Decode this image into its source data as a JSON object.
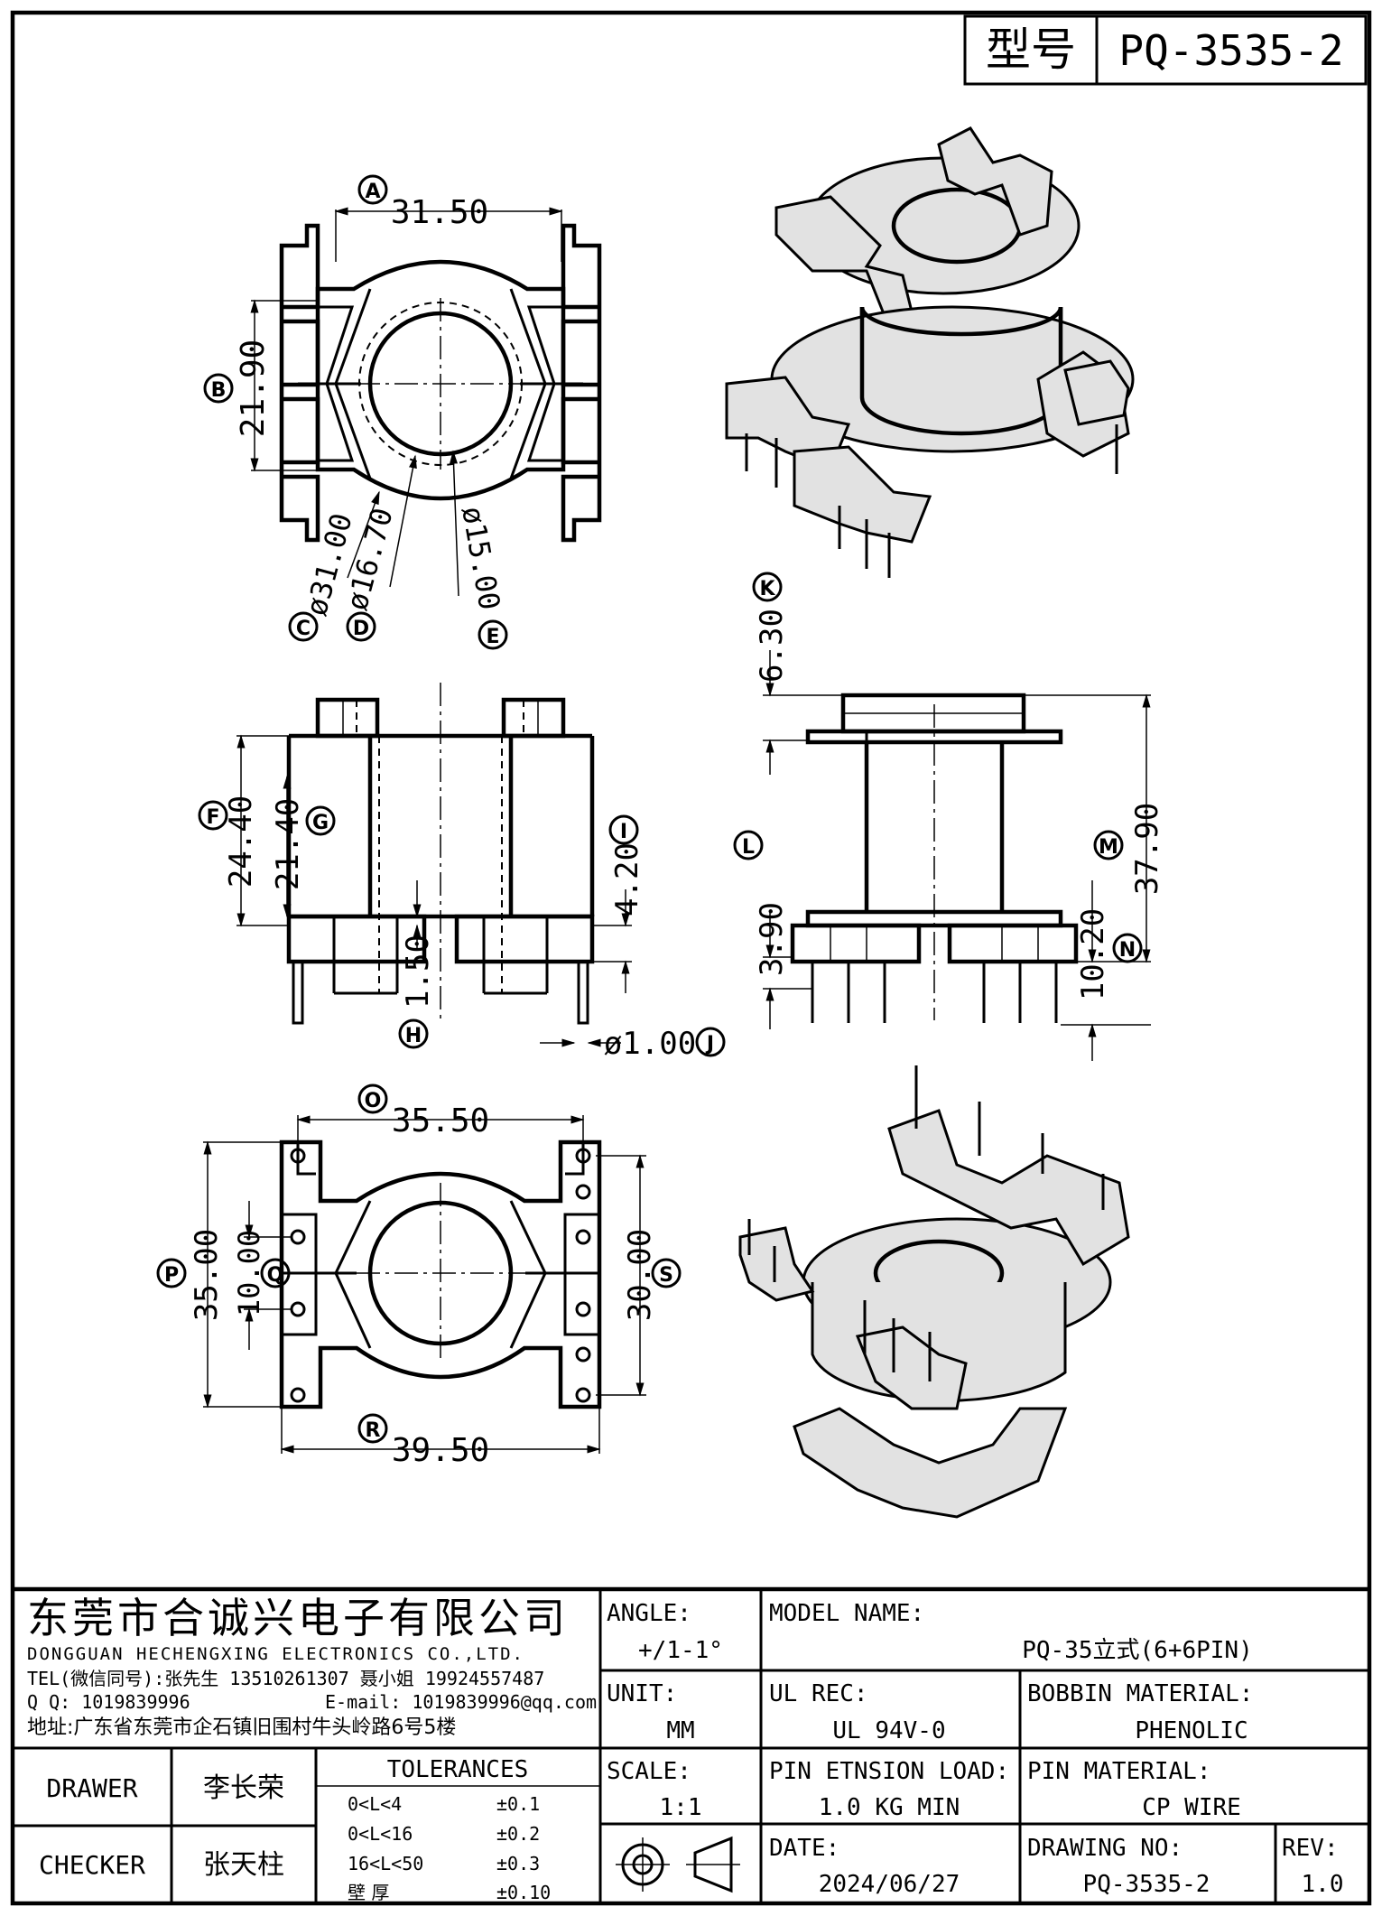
{
  "header": {
    "type_label": "型号",
    "model": "PQ-3535-2"
  },
  "dims": {
    "A": {
      "letter": "A",
      "value": "31.50"
    },
    "B": {
      "letter": "B",
      "value": "21.90"
    },
    "C": {
      "letter": "C",
      "value": "ø31.00"
    },
    "D": {
      "letter": "D",
      "value": "ø16.70"
    },
    "E": {
      "letter": "E",
      "value": "ø15.00"
    },
    "F": {
      "letter": "F",
      "value": "24.40"
    },
    "G": {
      "letter": "G",
      "value": "21.40"
    },
    "H": {
      "letter": "H",
      "value": "1.50"
    },
    "I": {
      "letter": "I",
      "value": "4.20"
    },
    "J": {
      "letter": "J",
      "value": "ø1.00"
    },
    "K": {
      "letter": "K",
      "value": "6.30"
    },
    "L": {
      "letter": "L",
      "value": "3.90"
    },
    "M": {
      "letter": "M",
      "value": "37.90"
    },
    "N": {
      "letter": "N",
      "value": "10.20"
    },
    "O": {
      "letter": "O",
      "value": "35.50"
    },
    "P": {
      "letter": "P",
      "value": "35.00"
    },
    "Q": {
      "letter": "Q",
      "value": "10.00"
    },
    "R": {
      "letter": "R",
      "value": "39.50"
    },
    "S": {
      "letter": "S",
      "value": "30.00"
    }
  },
  "company": {
    "name_cn": "东莞市合诚兴电子有限公司",
    "name_en": "DONGGUAN HECHENGXING ELECTRONICS CO.,LTD.",
    "tel": "TEL(微信同号):张先生 13510261307 聂小姐 19924557487",
    "qq": "Q Q: 1019839996",
    "email": "E-mail: 1019839996@qq.com",
    "address": "地址:广东省东莞市企石镇旧围村牛头岭路6号5楼"
  },
  "titleblock": {
    "angle_label": "ANGLE:",
    "angle_value": "+/1-1°",
    "model_name_label": "MODEL NAME:",
    "model_name_value": "PQ-35立式(6+6PIN)",
    "unit_label": "UNIT:",
    "unit_value": "MM",
    "ul_label": "UL REC:",
    "ul_value": "UL 94V-0",
    "bobbin_label": "BOBBIN MATERIAL:",
    "bobbin_value": "PHENOLIC",
    "scale_label": "SCALE:",
    "scale_value": "1:1",
    "pin_load_label": "PIN ETNSION LOAD:",
    "pin_load_value": "1.0 KG MIN",
    "pin_mat_label": "PIN MATERIAL:",
    "pin_mat_value": "CP WIRE",
    "date_label": "DATE:",
    "date_value": "2024/06/27",
    "drawing_no_label": "DRAWING NO:",
    "drawing_no_value": "PQ-3535-2",
    "rev_label": "REV:",
    "rev_value": "1.0",
    "drawer_label": "DRAWER",
    "drawer_name": "李长荣",
    "checker_label": "CHECKER",
    "checker_name": "张天柱",
    "tol_title": "TOLERANCES",
    "tol_rows": [
      {
        "range": "0<L<4",
        "tol": "±0.1"
      },
      {
        "range": "0<L<16",
        "tol": "±0.2"
      },
      {
        "range": "16<L<50",
        "tol": "±0.3"
      },
      {
        "range": "壁 厚",
        "tol": "±0.10"
      }
    ]
  }
}
